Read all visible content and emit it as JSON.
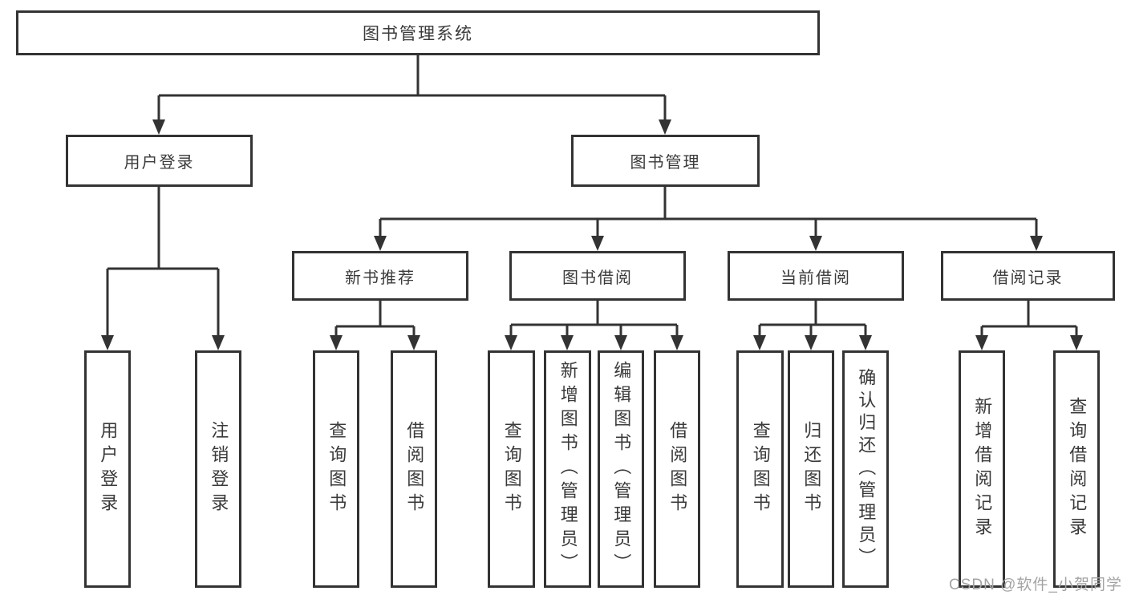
{
  "tree": {
    "label": "图书管理系统",
    "children": [
      {
        "label": "用户登录",
        "children": [
          {
            "label": "用户登录"
          },
          {
            "label": "注销登录"
          }
        ]
      },
      {
        "label": "图书管理",
        "children": [
          {
            "label": "新书推荐",
            "children": [
              {
                "label": "查询图书"
              },
              {
                "label": "借阅图书"
              }
            ]
          },
          {
            "label": "图书借阅",
            "children": [
              {
                "label": "查询图书"
              },
              {
                "label": "新增图书（管理员）"
              },
              {
                "label": "编辑图书（管理员）"
              },
              {
                "label": "借阅图书"
              }
            ]
          },
          {
            "label": "当前借阅",
            "children": [
              {
                "label": "查询图书"
              },
              {
                "label": "归还图书"
              },
              {
                "label": "确认归还（管理员）"
              }
            ]
          },
          {
            "label": "借阅记录",
            "children": [
              {
                "label": "新增借阅记录"
              },
              {
                "label": "查询借阅记录"
              }
            ]
          }
        ]
      }
    ]
  },
  "watermark": "CSDN @软件_小贺同学",
  "colors": {
    "line": "#333333",
    "box_background": "#ffffff",
    "text": "#3a3a3a",
    "watermark": "#a3a3a3"
  }
}
